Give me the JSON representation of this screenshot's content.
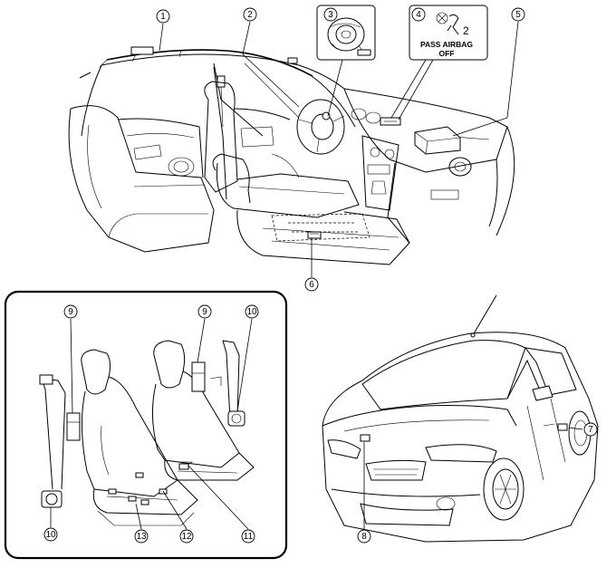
{
  "callouts": [
    {
      "number": "1"
    },
    {
      "number": "2"
    },
    {
      "number": "3"
    },
    {
      "number": "4"
    },
    {
      "number": "5"
    },
    {
      "number": "6"
    },
    {
      "number": "7"
    },
    {
      "number": "8"
    },
    {
      "number": "9"
    },
    {
      "number": "9"
    },
    {
      "number": "10"
    },
    {
      "number": "10"
    },
    {
      "number": "11"
    },
    {
      "number": "12"
    },
    {
      "number": "13"
    }
  ],
  "indicator": {
    "line1": "PASS AIRBAG",
    "line2": "OFF"
  }
}
